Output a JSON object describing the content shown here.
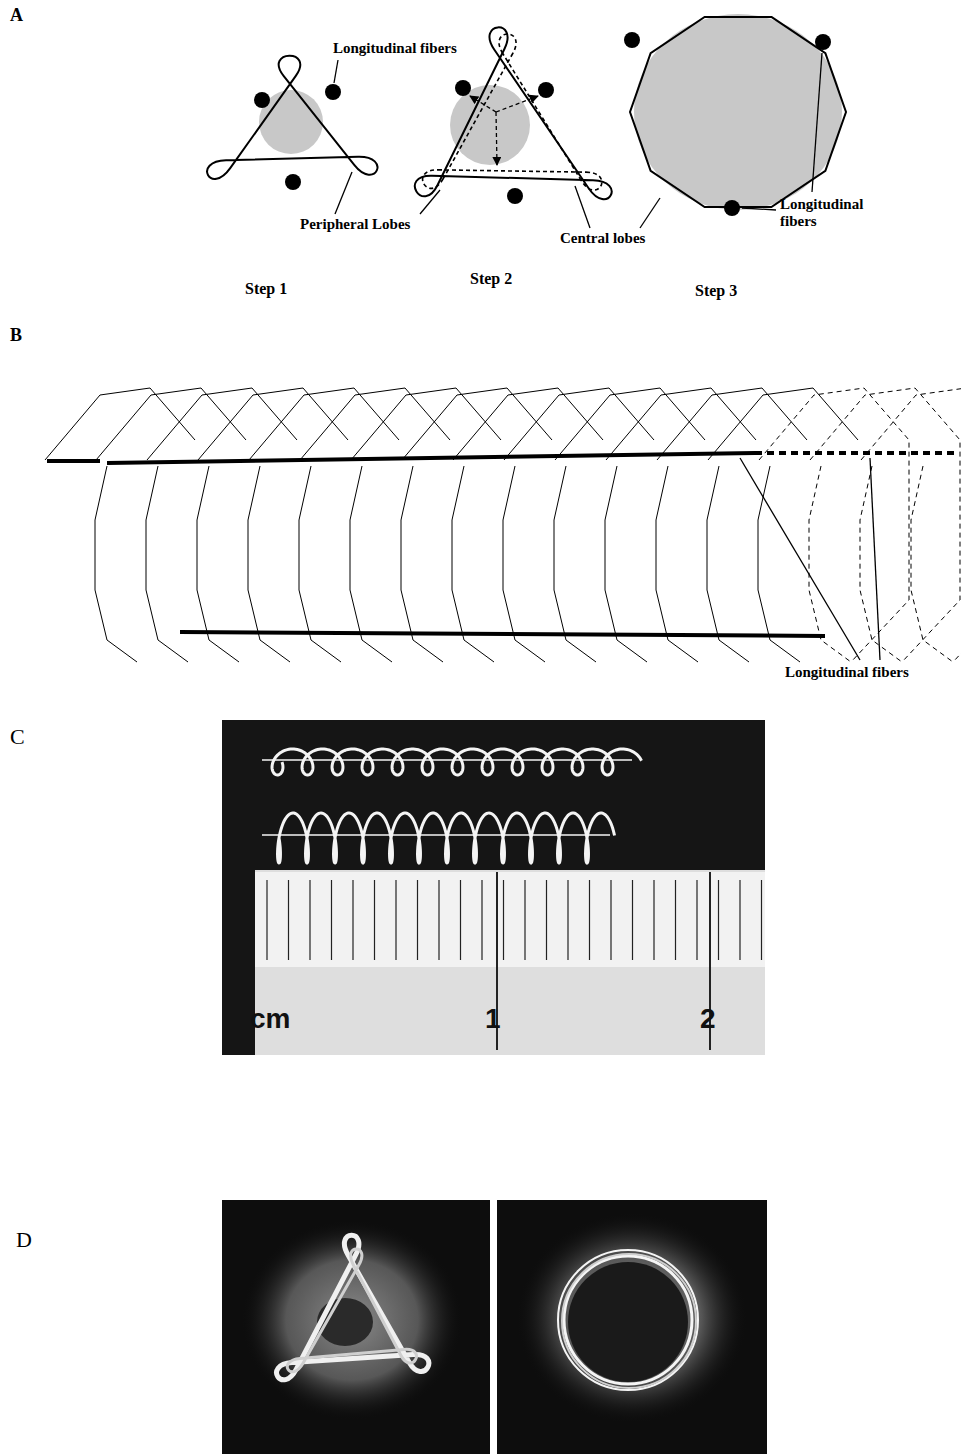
{
  "diagram": {
    "labels": [
      "A",
      "Longitudinal fibers",
      "Peripheral Lobes",
      "Central lobes",
      "Longitudinal fibers",
      "Step 1",
      "Step 2",
      "Step 3",
      "B",
      "Longitudinal fibers",
      "C",
      "cm",
      "1",
      "2",
      "D"
    ]
  }
}
